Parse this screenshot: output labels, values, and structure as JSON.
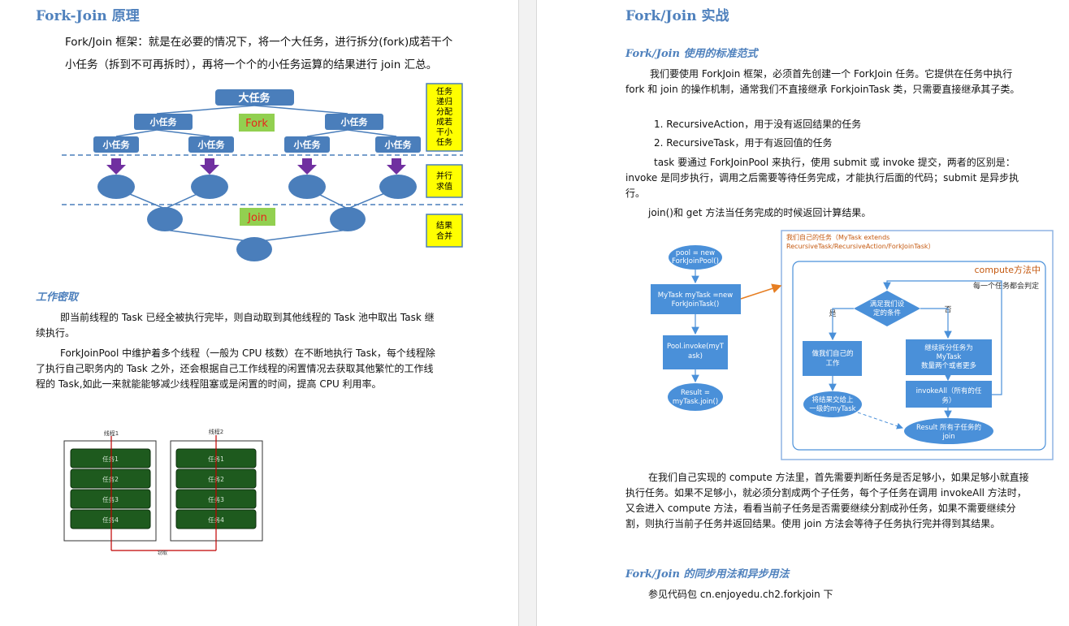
{
  "left": {
    "title": "Fork-Join 原理",
    "intro": "Fork/Join 框架：就是在必要的情况下，将一个大任务，进行拆分(fork)成若干个小任务（拆到不可再拆时），再将一个个的小任务运算的结果进行 join 汇总。",
    "diagram": {
      "big_task": "大任务",
      "small_task": "小任务",
      "fork": "Fork",
      "join": "Join",
      "side_split": [
        "任务",
        "递归",
        "分配",
        "成若",
        "干小",
        "任务"
      ],
      "side_parallel": [
        "并行",
        "求值"
      ],
      "side_merge": [
        "结果",
        "合并"
      ]
    },
    "work_stealing": {
      "heading": "工作密取",
      "para1": "即当前线程的 Task 已经全被执行完毕，则自动取到其他线程的 Task 池中取出 Task 继续执行。",
      "para2": "ForkJoinPool 中维护着多个线程（一般为 CPU 核数）在不断地执行 Task，每个线程除了执行自己职务内的 Task 之外，还会根据自己工作线程的闲置情况去获取其他繁忙的工作线程的 Task,如此一来就能能够减少线程阻塞或是闲置的时间，提高 CPU 利用率。"
    },
    "queues": {
      "thread1": "线程1",
      "thread2": "线程2",
      "tasks1": [
        "任务1",
        "任务2",
        "任务3",
        "任务4"
      ],
      "tasks2": [
        "任务1",
        "任务2",
        "任务3",
        "任务4"
      ],
      "steal": "窃取"
    }
  },
  "right": {
    "title": "Fork/Join 实战",
    "section1": "Fork/Join 使用的标准范式",
    "para1": "我们要使用 ForkJoin 框架，必须首先创建一个 ForkJoin 任务。它提供在任务中执行 fork 和 join 的操作机制，通常我们不直接继承 ForkjoinTask 类，只需要直接继承其子类。",
    "list1": "1. RecursiveAction，用于没有返回结果的任务",
    "list2": "2. RecursiveTask，用于有返回值的任务",
    "para2": "task 要通过 ForkJoinPool 来执行，使用 submit 或 invoke 提交，两者的区别是：invoke 是同步执行，调用之后需要等待任务完成，才能执行后面的代码；submit 是异步执行。",
    "para3": "join()和 get 方法当任务完成的时候返回计算结果。",
    "flow": {
      "pool_lines": [
        "pool = new",
        "ForkJoinPool()"
      ],
      "mytask_lines": [
        "MyTask myTask =new",
        "ForkJoinTask()"
      ],
      "invoke_lines": [
        "Pool.invoke(myT",
        "ask)"
      ],
      "result_lines": [
        "Result =",
        "myTask.join()"
      ],
      "frame_title_lines": [
        "我们自己的任务（MyTask extends",
        "RecursiveTask/RecursiveAction/ForkJoinTask）"
      ],
      "compute_label": "compute方法中",
      "judge_note": "每一个任务都会判定",
      "decision_lines": [
        "满足我们设",
        "定的条件"
      ],
      "yes": "是",
      "no": "否",
      "do_own_lines": [
        "做我们自己的",
        "工作"
      ],
      "split_lines": [
        "继续拆分任务为",
        "MyTask",
        "数量两个或者更多"
      ],
      "hand_up_lines": [
        "将结果交给上",
        "一级的myTask"
      ],
      "invoke_all_lines": [
        "invokeAll（所有的任",
        "务）"
      ],
      "result_all_lines": [
        "Result  所有子任务的",
        "join"
      ]
    },
    "para4": "在我们自己实现的 compute 方法里，首先需要判断任务是否足够小，如果足够小就直接执行任务。如果不足够小，就必须分割成两个子任务，每个子任务在调用 invokeAll 方法时，又会进入 compute 方法，看看当前子任务是否需要继续分割成孙任务，如果不需要继续分割，则执行当前子任务并返回结果。使用 join 方法会等待子任务执行完并得到其结果。",
    "section2": "Fork/Join 的同步用法和异步用法",
    "para5": "参见代码包 cn.enjoyedu.ch2.forkjoin 下"
  },
  "colors": {
    "heading": "#4f81bd",
    "task_box": "#4a7ebb",
    "fork_join_bg": "#92d050",
    "fork_text": "#e8231b",
    "side_note": "#ffff00",
    "arrow_purple": "#7030a0",
    "flow_blue": "#4a90d9",
    "thread_red": "#c00000",
    "queue_green": "#1e5a1e"
  }
}
